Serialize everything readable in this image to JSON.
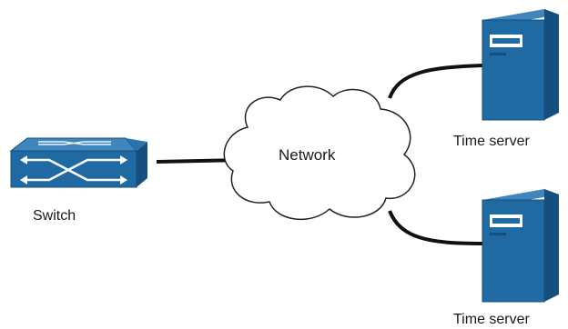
{
  "colors": {
    "device_blue": "#1f6aa3",
    "device_dark": "#154f7d",
    "device_light": "#3e86bd",
    "link": "#111111",
    "cloud_stroke": "#222222",
    "cloud_fill": "#ffffff"
  },
  "switch": {
    "label": "Switch",
    "icon": "switch-icon"
  },
  "network": {
    "label": "Network",
    "icon": "cloud-icon"
  },
  "servers": [
    {
      "label": "Time server",
      "icon": "server-icon"
    },
    {
      "label": "Time server",
      "icon": "server-icon"
    }
  ]
}
